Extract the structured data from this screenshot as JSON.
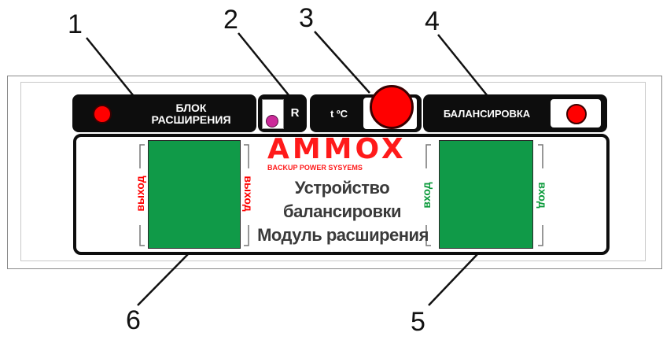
{
  "callouts": [
    "1",
    "2",
    "3",
    "4",
    "5",
    "6"
  ],
  "module_block": {
    "label_line1": "БЛОК",
    "label_line2": "РАСШИРЕНИЯ"
  },
  "reset": {
    "label": "R"
  },
  "temperature": {
    "label": "t ºC"
  },
  "balancing": {
    "label": "БАЛАНСИРОВКА"
  },
  "brand": {
    "logo_text": "AMMOX",
    "tagline": "BACKUP POWER SYSYEMS",
    "logo_color": "#ff1a1a"
  },
  "left_port": {
    "outer_label": "выход",
    "inner_label": "выход",
    "label_color": "#ff0000"
  },
  "right_port": {
    "outer_label": "вход",
    "inner_label": "вход",
    "label_color": "#0a9a3a"
  },
  "title": {
    "line1": "Устройство",
    "line2": "балансировки",
    "line3": "Модуль расширения"
  },
  "colors": {
    "led": "#ff0000",
    "port": "#109a48",
    "panel": "#0d0d0d"
  }
}
